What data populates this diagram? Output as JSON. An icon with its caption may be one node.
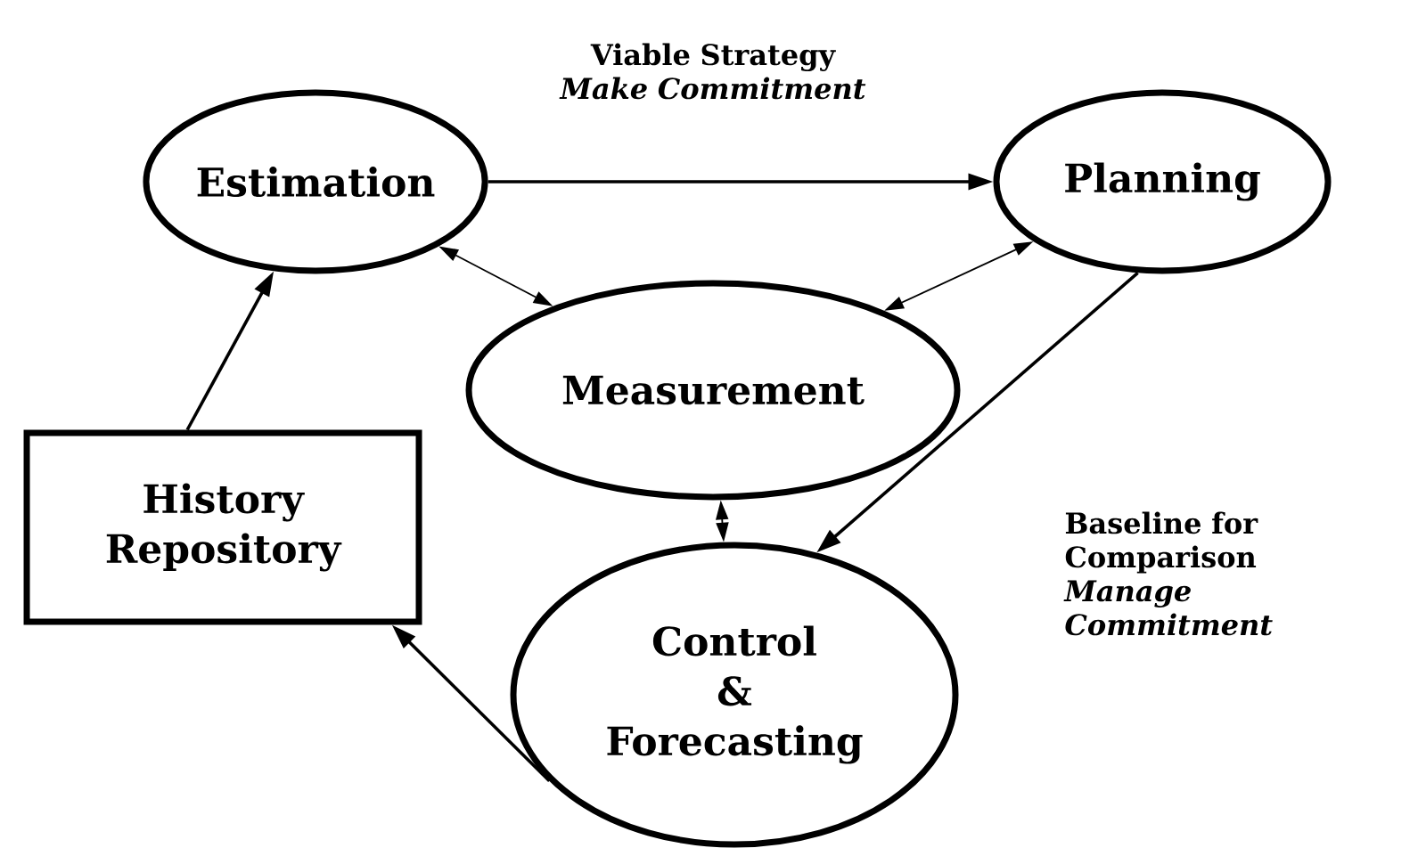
{
  "diagram": {
    "nodes": [
      {
        "text": [
          "Estimation"
        ]
      },
      {
        "text": [
          "Planning"
        ]
      },
      {
        "text": [
          "Measurement"
        ]
      },
      {
        "text": [
          "History Repository"
        ]
      },
      {
        "text": [
          "Control & Forecasting"
        ]
      }
    ],
    "edges": [
      {
        "from": 0,
        "to": 1,
        "arrow": "to",
        "label": "Viable Strategy *Make Commitment*"
      },
      {
        "from": 2,
        "to": 0,
        "arrow": "both"
      },
      {
        "from": 2,
        "to": 1,
        "arrow": "both"
      },
      {
        "from": 2,
        "to": 4,
        "arrow": "both"
      },
      {
        "from": 1,
        "to": 4,
        "arrow": "to",
        "label": "Baseline for Comparison *Manage Commitment*"
      },
      {
        "from": 4,
        "to": 3,
        "arrow": "to"
      },
      {
        "from": 3,
        "to": 0,
        "arrow": "to"
      }
    ]
  }
}
